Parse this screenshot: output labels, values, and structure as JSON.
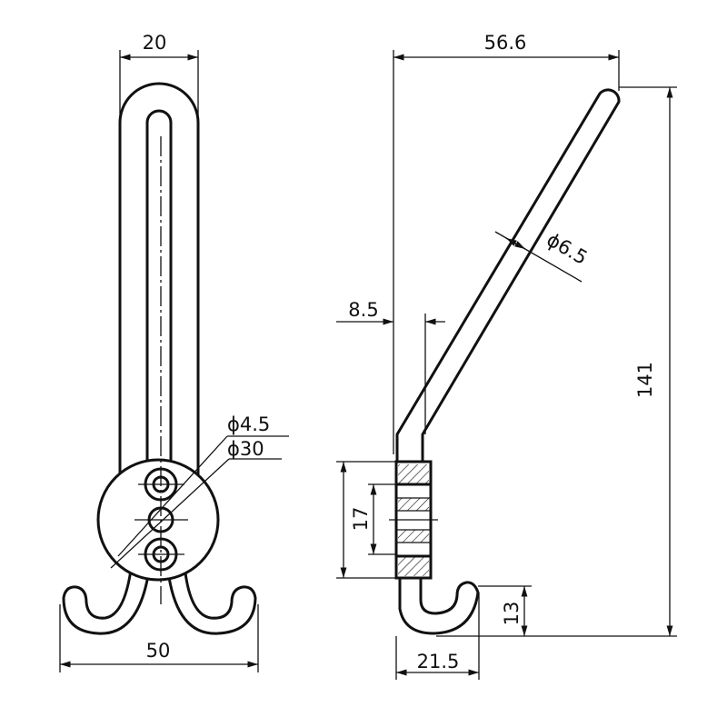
{
  "front_view": {
    "dims": {
      "top_width": "20",
      "bottom_width": "50",
      "hole_diameter": "ϕ4.5",
      "disc_diameter": "ϕ30"
    }
  },
  "side_view": {
    "dims": {
      "overall_depth": "56.6",
      "rod_diameter": "ϕ6.5",
      "offset": "8.5",
      "overall_height": "141",
      "plate_height": "17",
      "hook_height": "13",
      "hook_depth": "21.5"
    }
  },
  "colors": {
    "line": "#111111",
    "background": "#ffffff"
  }
}
